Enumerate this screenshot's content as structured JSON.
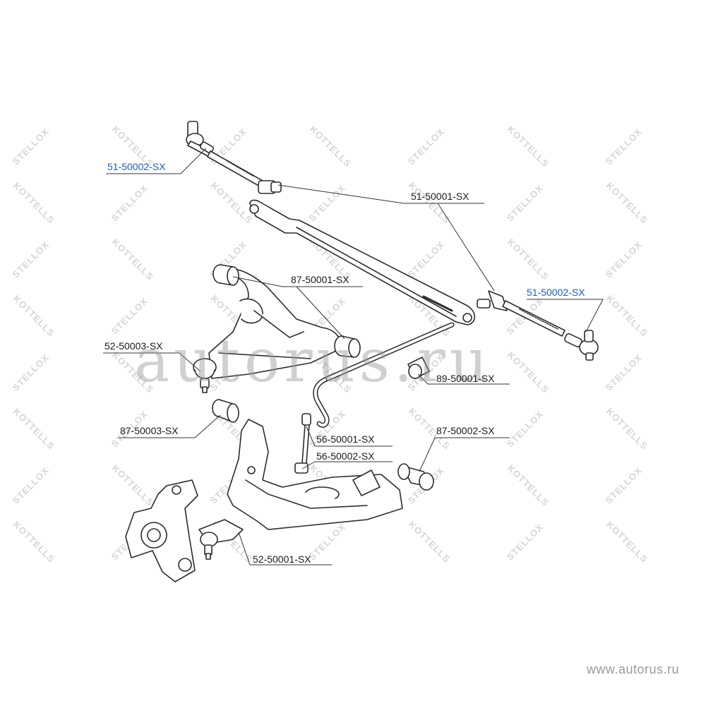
{
  "watermark": {
    "brand_a": "STELLOX",
    "brand_b": "KOTTELLS",
    "center": "autorus.ru"
  },
  "site_url": "www.autorus.ru",
  "colors": {
    "highlight": "#1f5fb5",
    "label": "#1a1a1a",
    "line": "#333333",
    "part_stroke": "#2b2b2b",
    "part_fill": "#ffffff"
  },
  "labels": {
    "tie_rod_end_left": "51-50002-SX",
    "tie_rod": "51-50001-SX",
    "tie_rod_end_right": "51-50002-SX",
    "upper_arm_bushing": "87-50001-SX",
    "upper_ball_joint": "52-50003-SX",
    "stabilizer_bushing": "89-50001-SX",
    "lower_arm_bushing_front": "87-50003-SX",
    "stabilizer_link_a": "56-50001-SX",
    "stabilizer_link_b": "56-50002-SX",
    "lower_arm_bushing_rear": "87-50002-SX",
    "lower_ball_joint": "52-50001-SX"
  }
}
